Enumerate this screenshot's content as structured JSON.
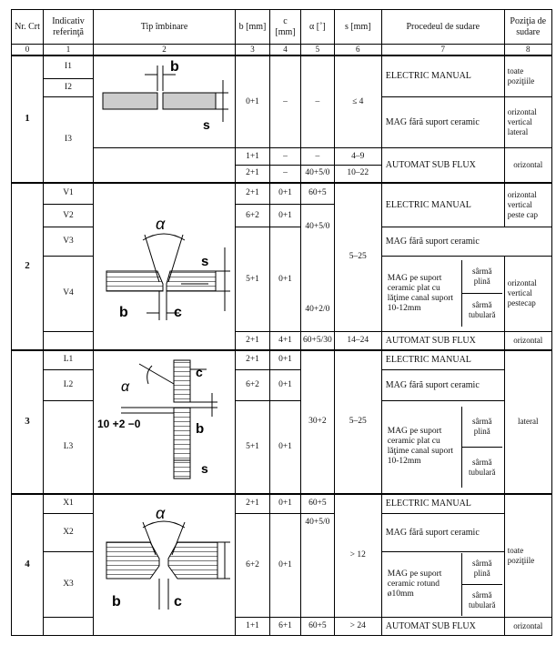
{
  "headers": {
    "nr": "Nr. Crt",
    "indicativ": "Indicativ referinţă",
    "tip": "Tip îmbinare",
    "b": "b [mm]",
    "c": "c [mm]",
    "alpha": "α [˚]",
    "s": "s [mm]",
    "procedeu": "Procedeul de sudare",
    "pozitia": "Poziţia de sudare"
  },
  "col_numbers": [
    "0",
    "1",
    "2",
    "3",
    "4",
    "5",
    "6",
    "7",
    "8"
  ],
  "groups": [
    {
      "nr": "1",
      "refs": [
        "I1",
        "I2",
        "I3"
      ],
      "figure": {
        "labels": [
          "b",
          "s"
        ]
      },
      "rows": [
        {
          "b": "0+1",
          "c": "–",
          "alpha": "–"
        },
        {
          "b": "1+1",
          "c": "–",
          "alpha": "–",
          "s": "4–9"
        },
        {
          "b": "2+1",
          "c": "–",
          "alpha": "40+5/0",
          "s": "10–22"
        }
      ],
      "s_main": "≤ 4",
      "procedures": [
        "ELECTRIC MANUAL",
        "MAG fără suport ceramic",
        "AUTOMAT SUB FLUX"
      ],
      "positions": [
        "toate poziţiile",
        "orizontal vertical lateral",
        "orizontal"
      ]
    },
    {
      "nr": "2",
      "refs": [
        "V1",
        "V2",
        "V3",
        "V4"
      ],
      "figure": {
        "labels": [
          "α",
          "s",
          "b",
          "c"
        ]
      },
      "rows": [
        {
          "b": "2+1",
          "c": "0+1",
          "alpha": "60+5"
        },
        {
          "b": "6+2",
          "c": "0+1"
        },
        {
          "b": "5+1",
          "c": "0+1",
          "alpha_a": "40+5/0",
          "alpha_b": "40+2/0"
        },
        {
          "b": "2+1",
          "c": "4+1",
          "alpha": "60+5/30",
          "s": "14–24"
        }
      ],
      "s_main": "5–25",
      "procedures": [
        "ELECTRIC MANUAL",
        "MAG fără suport ceramic",
        "MAG pe suport ceramic plat cu lăţime canal suport 10-12mm",
        "AUTOMAT SUB FLUX"
      ],
      "wire": [
        "sârmă plină",
        "sârmă tubulară"
      ],
      "positions": [
        "orizontal vertical peste cap",
        "orizontal vertical pestecap",
        "orizontal"
      ]
    },
    {
      "nr": "3",
      "refs": [
        "L1",
        "L2",
        "L3"
      ],
      "figure": {
        "labels": [
          "α",
          "c",
          "b",
          "s",
          "10 +2 −0"
        ]
      },
      "rows": [
        {
          "b": "2+1",
          "c": "0+1"
        },
        {
          "b": "6+2",
          "c": "0+1"
        },
        {
          "b": "5+1",
          "c": "0+1"
        }
      ],
      "alpha_main": "30+2",
      "s_main": "5–25",
      "procedures": [
        "ELECTRIC MANUAL",
        "MAG fără suport ceramic",
        "MAG pe suport ceramic plat cu lăţime canal suport 10-12mm"
      ],
      "wire": [
        "sârmă plină",
        "sârmă tubulară"
      ],
      "positions": [
        "lateral"
      ]
    },
    {
      "nr": "4",
      "refs": [
        "X1",
        "X2",
        "X3"
      ],
      "figure": {
        "labels": [
          "α",
          "b",
          "c"
        ]
      },
      "rows": [
        {
          "b": "2+1",
          "c": "0+1",
          "alpha": "60+5"
        },
        {
          "b": "6+2",
          "c": "0+1",
          "alpha": "40+5/0"
        },
        {
          "b": "1+1",
          "c": "6+1",
          "alpha": "60+5",
          "s": "> 24"
        }
      ],
      "s_main": "> 12",
      "procedures": [
        "ELECTRIC MANUAL",
        "MAG fără suport ceramic",
        "MAG pe suport ceramic rotund ø10mm",
        "AUTOMAT SUB FLUX"
      ],
      "wire": [
        "sârmă plină",
        "sârmă tubulară"
      ],
      "positions": [
        "toate poziţiile",
        "orizontal"
      ]
    }
  ]
}
